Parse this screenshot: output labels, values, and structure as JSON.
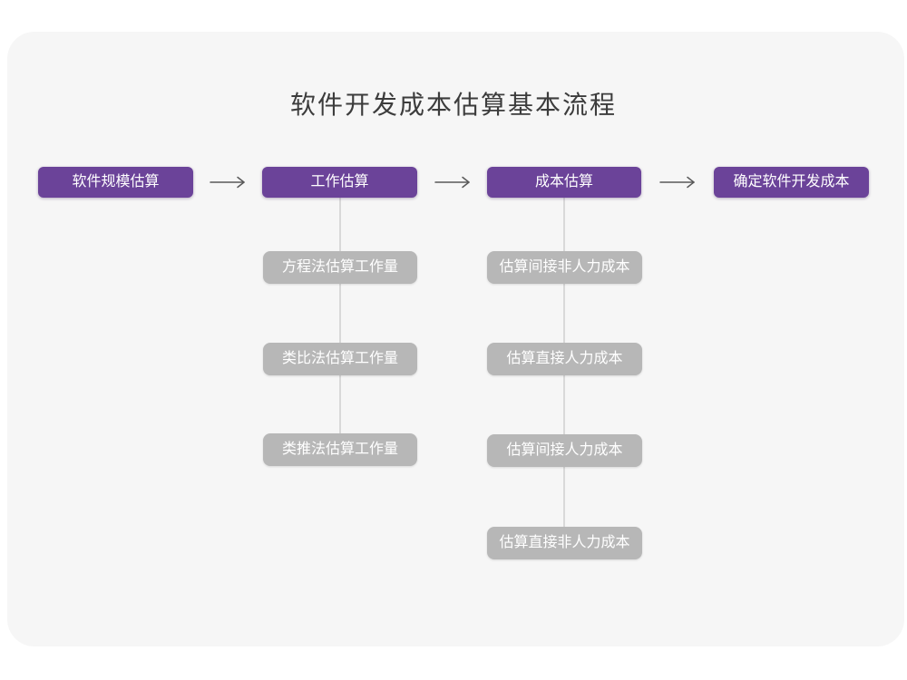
{
  "page": {
    "title": "软件开发成本估算基本流程"
  },
  "colors": {
    "canvas_bg": "#ffffff",
    "card_bg": "#f6f6f6",
    "primary": "#6b4399",
    "secondary": "#b7b7b7",
    "text_on_box": "#ffffff",
    "title_text": "#3c3c3c",
    "arrow": "#595959",
    "connector": "#d9d9d9"
  },
  "flow": {
    "main_steps": [
      {
        "label": "软件规模估算"
      },
      {
        "label": "工作估算"
      },
      {
        "label": "成本估算"
      },
      {
        "label": "确定软件开发成本"
      }
    ],
    "work_estimation_methods": [
      {
        "label": "方程法估算工作量"
      },
      {
        "label": "类比法估算工作量"
      },
      {
        "label": "类推法估算工作量"
      }
    ],
    "cost_estimation_items": [
      {
        "label": "估算间接非人力成本"
      },
      {
        "label": "估算直接人力成本"
      },
      {
        "label": "估算间接人力成本"
      },
      {
        "label": "估算直接非人力成本"
      }
    ]
  }
}
